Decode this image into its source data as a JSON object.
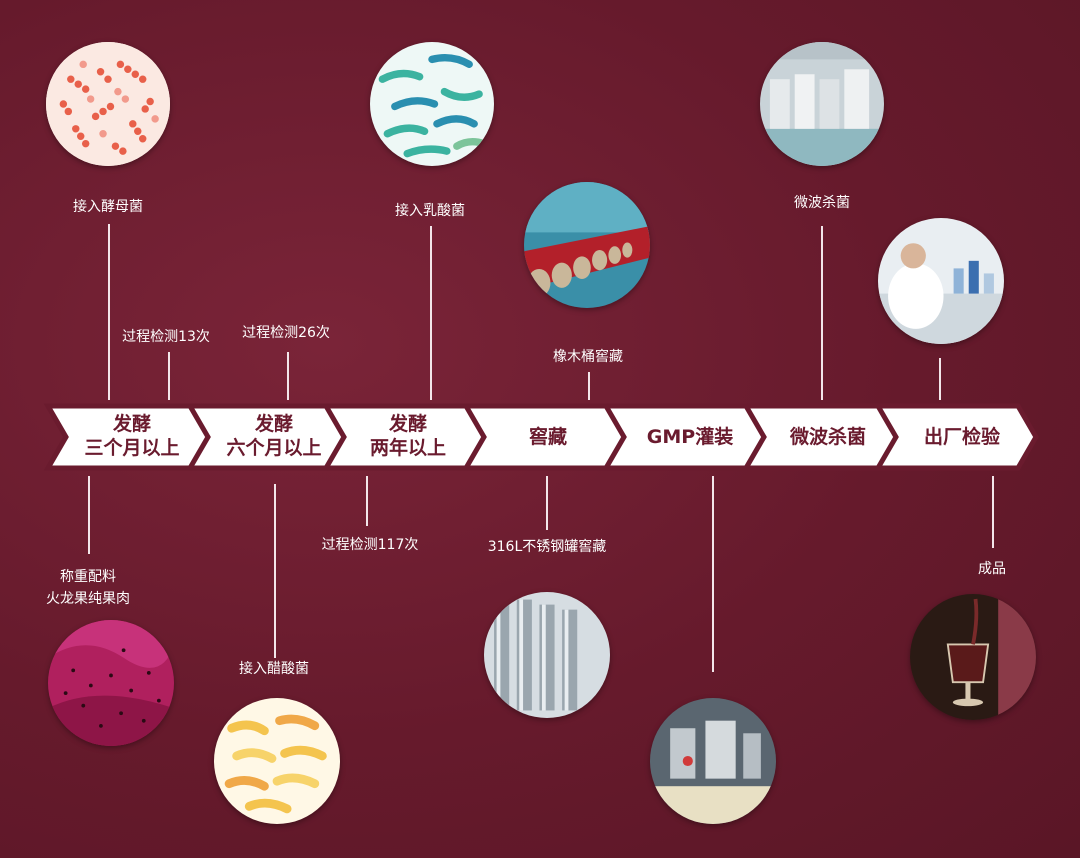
{
  "timeline": {
    "steps": [
      {
        "line1": "发酵",
        "line2": "三个月以上"
      },
      {
        "line1": "发酵",
        "line2": "六个月以上"
      },
      {
        "line1": "发酵",
        "line2": "两年以上"
      },
      {
        "line1": "窖藏",
        "line2": ""
      },
      {
        "line1": "GMP灌装",
        "line2": ""
      },
      {
        "line1": "微波杀菌",
        "line2": ""
      },
      {
        "line1": "出厂检验",
        "line2": ""
      }
    ]
  },
  "labels": {
    "yeast": "接入酵母菌",
    "inspect13": "过程检测13次",
    "inspect26": "过程检测26次",
    "lactic": "接入乳酸菌",
    "oak": "橡木桶窖藏",
    "microwave": "微波杀菌",
    "weigh_line1": "称重配料",
    "weigh_line2": "火龙果纯果肉",
    "acetic": "接入醋酸菌",
    "inspect117": "过程检测117次",
    "steel": "316L不锈钢罐窖藏",
    "product": "成品"
  },
  "images": {
    "yeast": "yeast-bacteria-image",
    "lactic": "lactic-bacteria-image",
    "oak": "oak-barrel-cellar-image",
    "microwave": "sterilization-factory-image",
    "lab": "lab-inspection-image",
    "dragonfruit": "dragon-fruit-flesh-image",
    "acetic": "acetic-bacteria-image",
    "steel": "steel-tank-image",
    "filling": "filling-machine-image",
    "product": "wine-glass-image"
  },
  "colors": {
    "background": "#6a1b2e",
    "arrow": "#ffffff",
    "step_text": "#6a1b2e"
  }
}
